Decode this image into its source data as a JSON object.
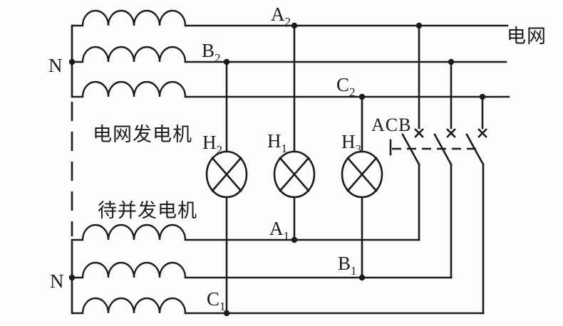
{
  "labels": {
    "grid": "电网",
    "grid_generator": "电网发电机",
    "standby_generator": "待并发电机",
    "acb": "ACB",
    "neutral_top": "N",
    "neutral_bottom": "N",
    "a2": {
      "main": "A",
      "sub": "2"
    },
    "b2": {
      "main": "B",
      "sub": "2"
    },
    "c2": {
      "main": "C",
      "sub": "2"
    },
    "a1": {
      "main": "A",
      "sub": "1"
    },
    "b1": {
      "main": "B",
      "sub": "1"
    },
    "c1": {
      "main": "C",
      "sub": "1"
    },
    "h1": {
      "main": "H",
      "sub": "1"
    },
    "h2": {
      "main": "H",
      "sub": "2"
    },
    "h3": {
      "main": "H",
      "sub": "3"
    }
  },
  "colors": {
    "line": "#1c1c1c",
    "background": "#fcfcfa"
  }
}
